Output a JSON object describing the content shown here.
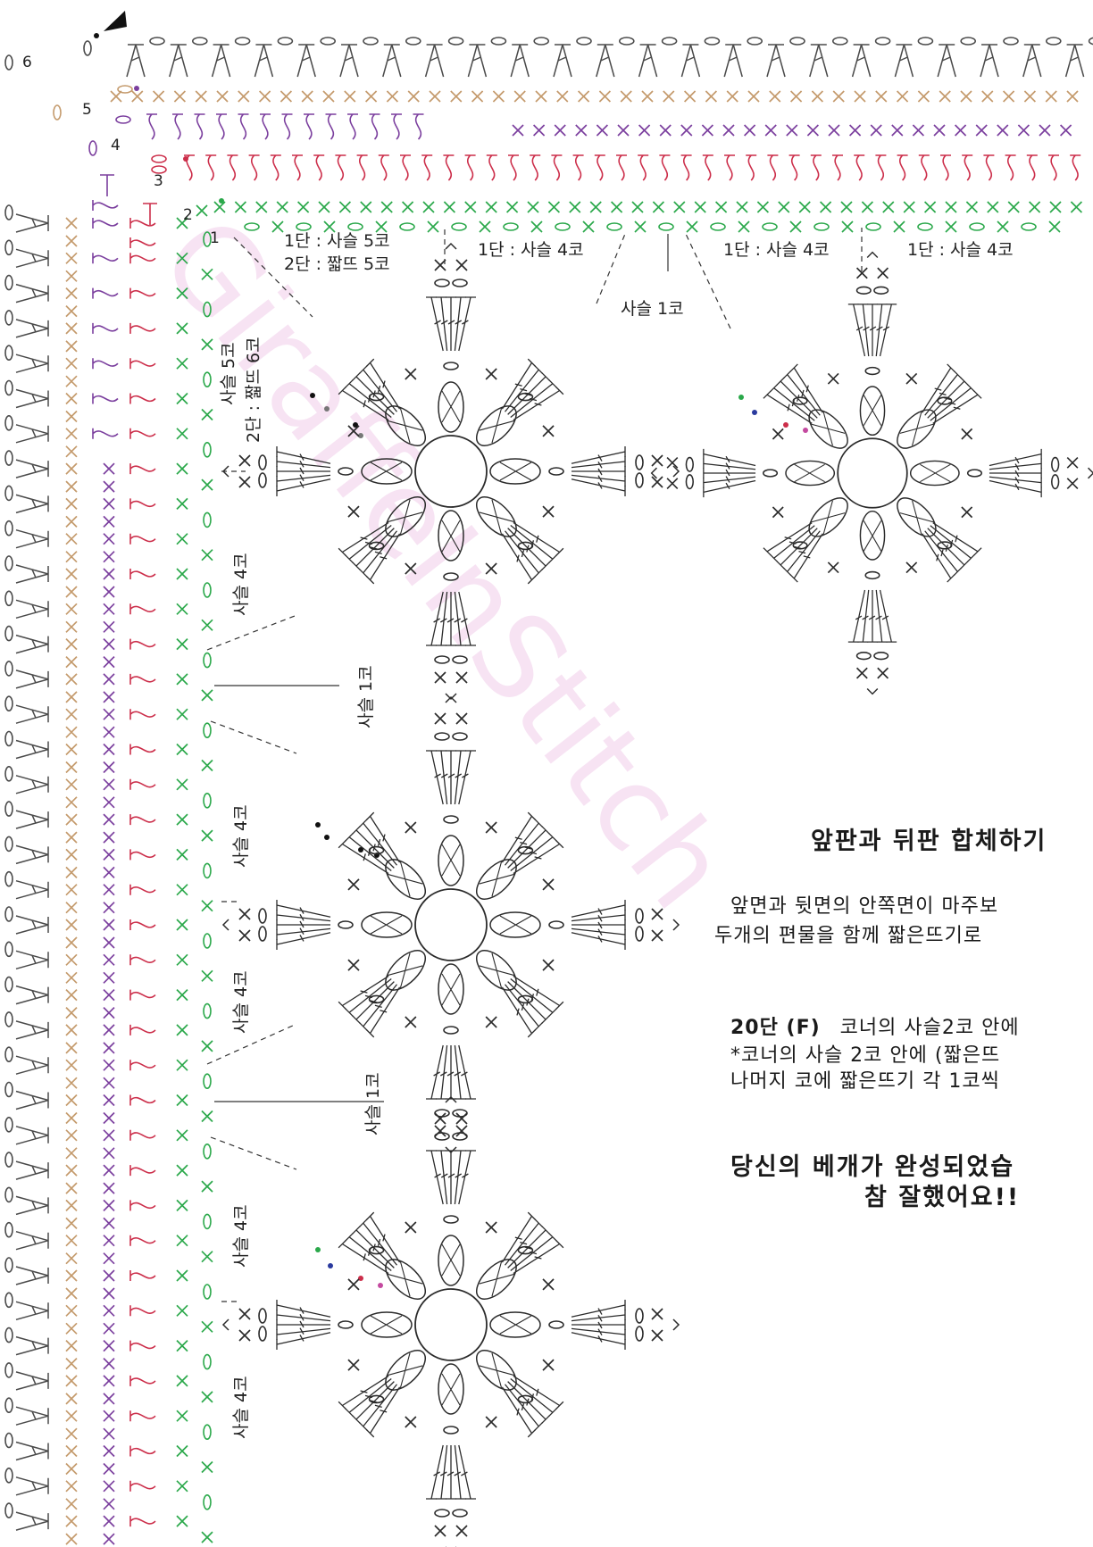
{
  "colors": {
    "row6": "#4a4a4a",
    "row5": "#c49a6c",
    "row4": "#7b3f9e",
    "row3": "#cc2e4a",
    "row2": "#2aa84a",
    "row1": "#2aa84a",
    "motif": "#2b2b2b",
    "watermark": "#f7e3f3"
  },
  "row_numbers": [
    "6",
    "5",
    "4",
    "3",
    "2",
    "1"
  ],
  "labels": {
    "top_r1r2": "1단 : 사슬 5코",
    "top_r2": "2단 : 짧뜨 5코",
    "top_ch4_a": "1단 : 사슬 4코",
    "top_ch4_b": "1단 : 사슬 4코",
    "top_ch4_c": "1단 : 사슬 4코",
    "top_ch1": "사슬 1코",
    "side_r1": "사슬 5코",
    "side_r2": "2단 : 짧뜨 6코",
    "side_ch4_1": "사슬 4코",
    "side_ch1_1": "사슬 1코",
    "side_ch4_2": "사슬 4코",
    "side_ch4_3": "사슬 4코",
    "side_ch1_2": "사슬 1코",
    "side_ch4_4": "사슬 4코",
    "side_ch4_5": "사슬 4코"
  },
  "watermark_text": "GiraffeInStitch",
  "instructions": {
    "heading": "앞판과 뒤판 합체하기",
    "line1": "앞면과 뒷면의 안쪽면이 마주보",
    "line2": "두개의 편물을 함께 짧은뜨기로",
    "row20_label": "20단 (F)",
    "row20_text": "코너의 사슬2코 안에",
    "row20_line2": "*코너의 사슬 2코 안에 (짧은뜨",
    "row20_line3": "나머지 코에 짧은뜨기 각 1코씩",
    "final1": "당신의 베개가 완성되었습",
    "final2": "참 잘했어요!!"
  },
  "icons": [
    "start-arrow-icon",
    "chain-stitch-icon",
    "single-crochet-icon",
    "double-crochet-icon",
    "treble-crochet-icon",
    "slip-stitch-icon"
  ]
}
